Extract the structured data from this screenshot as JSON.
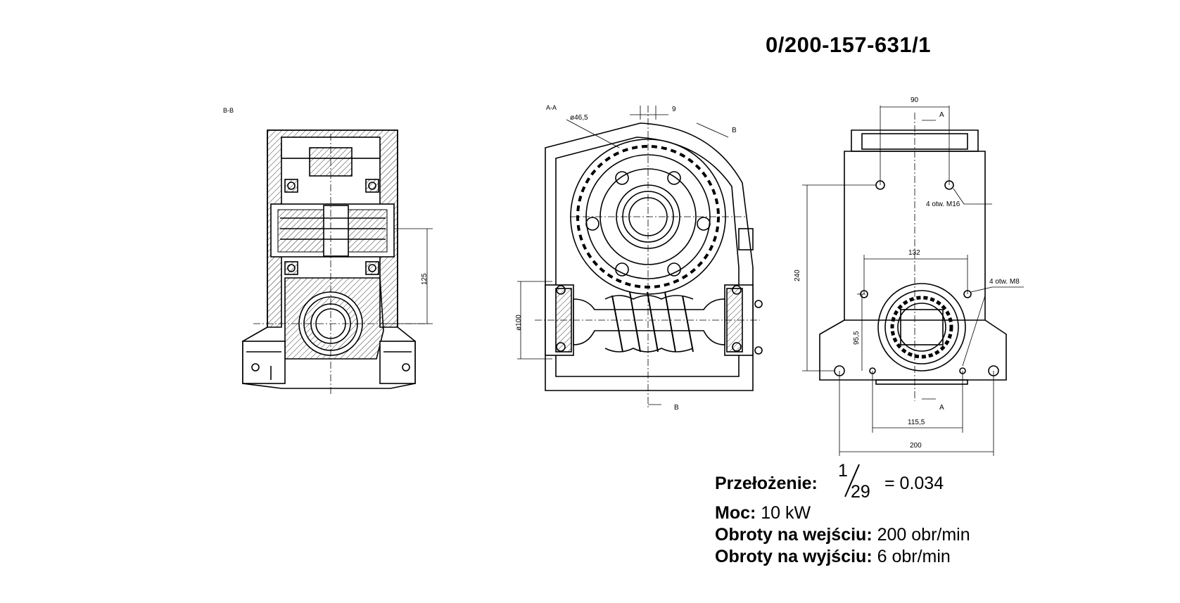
{
  "drawing_number": "0/200-157-631/1",
  "views": {
    "bb": "B-B",
    "aa": "A-A"
  },
  "dimensions": {
    "d125": "125",
    "phi46": "ø46,5",
    "d9": "9",
    "sectB_top": "B",
    "sectB_bottom": "B",
    "phi100": "ø100",
    "d90": "90",
    "sectA_top": "A",
    "sectA_bottom": "A",
    "m16": "4 otw. M16",
    "d240": "240",
    "d132": "132",
    "m8": "4 otw. M8",
    "d95": "95,5",
    "d115": "115,5",
    "d200": "200"
  },
  "specs": {
    "ratio_label": "Przełożenie:",
    "ratio_num": "1",
    "ratio_den": "29",
    "ratio_value": "=  0.034",
    "power_label": "Moc:",
    "power_value": "10  kW",
    "input_label": "Obroty na wejściu:",
    "input_value": "200 obr/min",
    "output_label": "Obroty na wyjściu:",
    "output_value": "6 obr/min"
  }
}
